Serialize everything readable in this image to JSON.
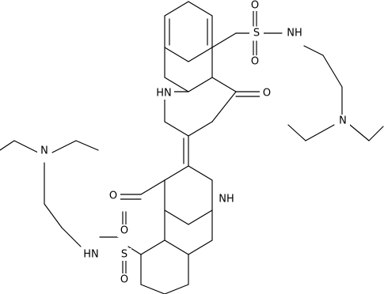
{
  "structure": {
    "colors": {
      "bond": "#000000",
      "label": "#000000",
      "background": "#ffffff"
    },
    "atoms": [
      {
        "id": "s_top",
        "label": "S"
      },
      {
        "id": "o_top_1",
        "label": "O"
      },
      {
        "id": "o_top_2",
        "label": "O"
      },
      {
        "id": "nh_top",
        "label": "NH"
      },
      {
        "id": "n_top",
        "label": "N"
      },
      {
        "id": "o_ketone_top",
        "label": "O"
      },
      {
        "id": "hn_left",
        "label": "HN"
      },
      {
        "id": "nh_right",
        "label": "NH"
      },
      {
        "id": "o_ketone_bottom",
        "label": "O"
      },
      {
        "id": "n_bottom",
        "label": "N"
      },
      {
        "id": "hn_bottom",
        "label": "HN"
      },
      {
        "id": "s_bottom",
        "label": "S"
      },
      {
        "id": "o_bottom_1",
        "label": "O"
      },
      {
        "id": "o_bottom_2",
        "label": "O"
      }
    ]
  }
}
